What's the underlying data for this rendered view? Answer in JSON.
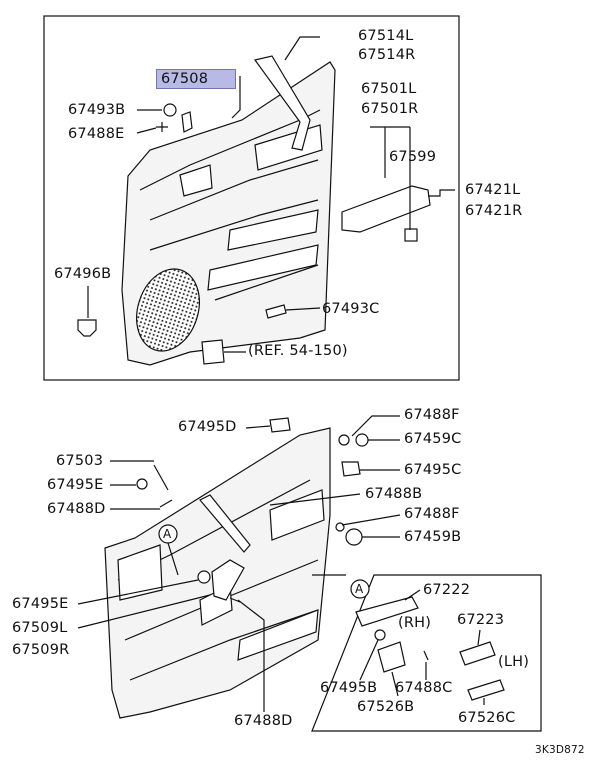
{
  "diagram": {
    "code": "3K3D872",
    "highlight_color": "#b9b9e6",
    "upper_labels": {
      "p67514L": "67514L",
      "p67514R": "67514R",
      "p67508": "67508",
      "p67493B": "67493B",
      "p67488E": "67488E",
      "p67501L": "67501L",
      "p67501R": "67501R",
      "p67599": "67599",
      "p67421L": "67421L",
      "p67421R": "67421R",
      "p67496B": "67496B",
      "p67493C": "67493C",
      "ref": "(REF. 54-150)"
    },
    "lower_labels": {
      "p67495D": "67495D",
      "p67488F_top": "67488F",
      "p67459C": "67459C",
      "p67503": "67503",
      "p67495C": "67495C",
      "p67495E_top": "67495E",
      "p67488B": "67488B",
      "p67488D_left": "67488D",
      "p67488F_mid": "67488F",
      "p67459B": "67459B",
      "p67495E_bottom": "67495E",
      "p67509L": "67509L",
      "p67509R": "67509R",
      "p67488D_bottom": "67488D"
    },
    "inset": {
      "callout_a_main": "A",
      "callout_a_inset": "A",
      "p67222": "67222",
      "rh": "(RH)",
      "p67223": "67223",
      "lh": "(LH)",
      "p67495B": "67495B",
      "p67488C": "67488C",
      "p67526B": "67526B",
      "p67526C": "67526C"
    }
  }
}
